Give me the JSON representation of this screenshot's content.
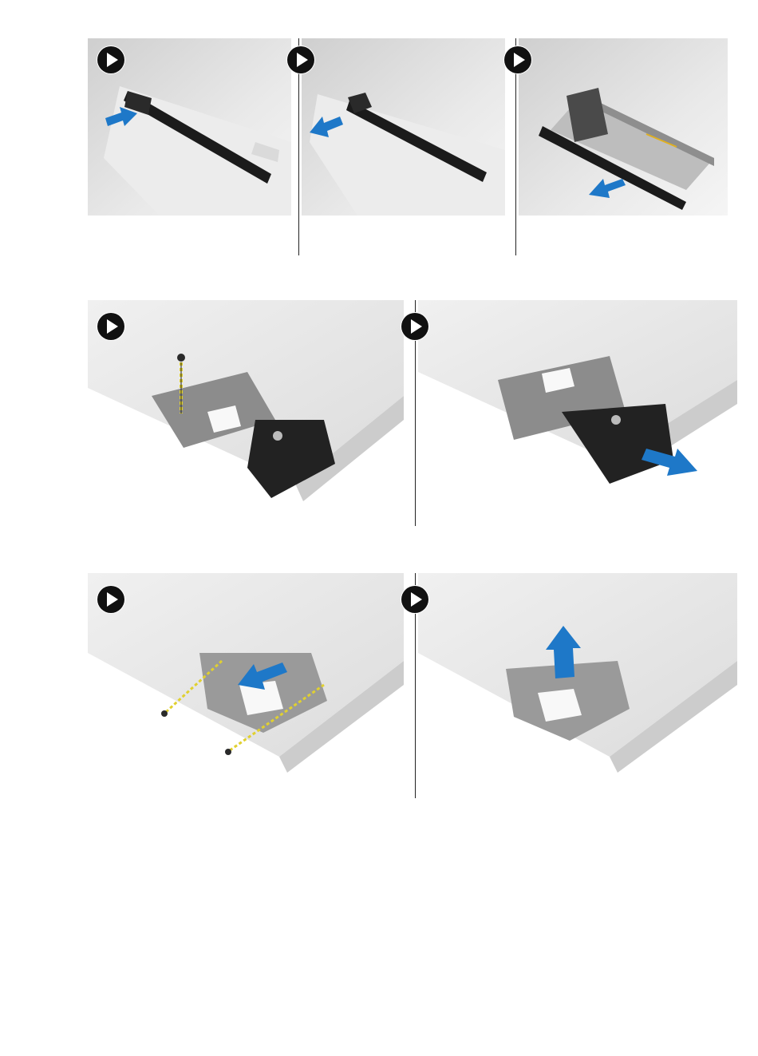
{
  "document": {
    "type": "illustrated procedure",
    "rows": [
      {
        "steps": [
          "step-1",
          "step-2",
          "step-3"
        ]
      },
      {
        "steps": [
          "step-4",
          "step-5"
        ]
      },
      {
        "steps": [
          "step-6",
          "step-7"
        ]
      }
    ],
    "colors": {
      "arrow": "#1e78c8",
      "chassis": "#e6e6e6",
      "bezel": "#1a1a1a",
      "metal": "#9a9a9a",
      "screw_path": "#e0d030"
    },
    "icons": [
      "play-step-icon",
      "blue-arrow-icon",
      "screw-icon"
    ]
  }
}
